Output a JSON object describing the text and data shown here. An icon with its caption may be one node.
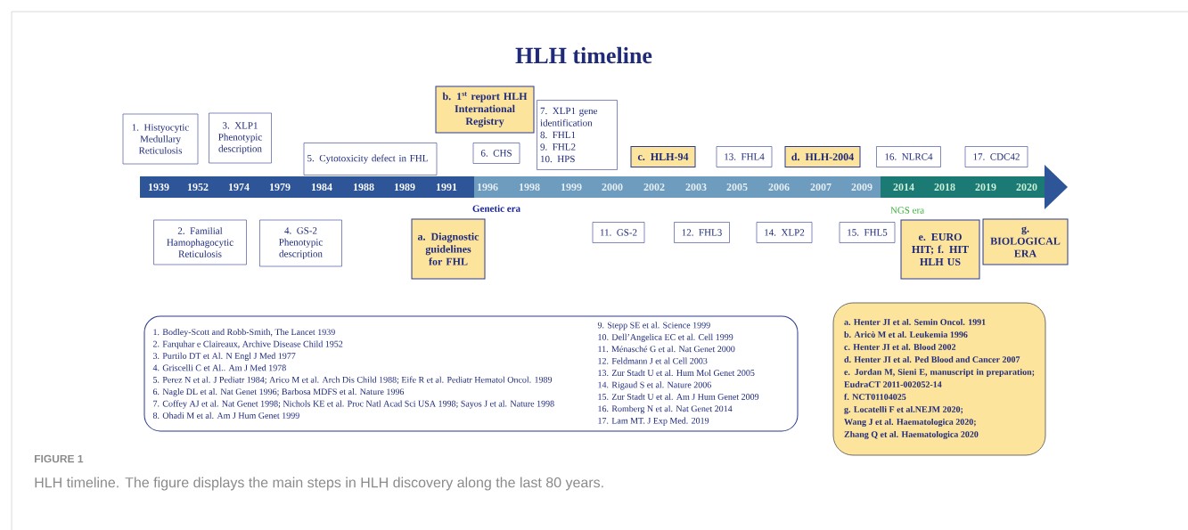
{
  "diagram": {
    "title": "HLH timeline",
    "caption": "HLH timeline. The figure displays the main steps in HLH discovery along the last 80 years.",
    "nodes": [
      {
        "text": [
          "1. Histyocytic Medullary Reticulosis"
        ]
      },
      {
        "text": [
          "3. XLP1 Phenotypic description"
        ]
      },
      {
        "text": [
          "5. Cytotoxicity defect in FHL"
        ]
      },
      {
        "text": [
          "b. 1$^{st}$ report HLH International Registry"
        ]
      },
      {
        "text": [
          "6. CHS"
        ]
      },
      {
        "text": [
          "7. XLP1 gene identification",
          "8. FHL1",
          "9. FHL2",
          "10. HPS"
        ]
      },
      {
        "text": [
          "c. HLH-94"
        ]
      },
      {
        "text": [
          "13. FHL4"
        ]
      },
      {
        "text": [
          "d. HLH-2004"
        ]
      },
      {
        "text": [
          "16. NLRC4"
        ]
      },
      {
        "text": [
          "17. CDC42"
        ]
      },
      {
        "text": [
          "2. Familial Hamophagocytic Reticulosis"
        ]
      },
      {
        "text": [
          "4. GS-2 Phenotypic description"
        ]
      },
      {
        "text": [
          "a. Diagnostic guidelines for FHL"
        ]
      },
      {
        "text": [
          "11. GS-2"
        ]
      },
      {
        "text": [
          "12. FHL3"
        ]
      },
      {
        "text": [
          "14. XLP2"
        ]
      },
      {
        "text": [
          "15. FHL5"
        ]
      },
      {
        "text": [
          "e. EURO HIT; f. HIT HLH US"
        ]
      },
      {
        "text": [
          "g. BIOLOGICAL ERA"
        ]
      },
      {
        "text": [
          "1. Bodley-Scott and Robb-Smith, The Lancet 1939",
          "2. Farquhar  e Claireaux, Archive Disease Child 1952",
          "3. Purtilo DT et Al. N Engl J Med 1977",
          "4. Griscelli C et Al.. Am J Med 1978",
          "5. Perez N et al. J Pediatr 1984; Arico M et al. Arch Dis Child 1988; Eife R et al. Pediatr Hematol Oncol. 1989",
          "6. Nagle DL et al. Nat Genet 1996; Barbosa MDFS et al. Nature 1996",
          "7. Coffey AJ et al. Nat Genet 1998; Nichols KE et al. Proc Natl Acad Sci USA 1998; Sayos J et al. Nature 1998",
          "8. Ohadi M et al. Am J Hum Genet 1999",
          "9. Stepp SE et al. Science 1999",
          "10.  Dell’Angelica EC et al. Cell 1999",
          "11. Ménasché G et al. Nat Genet 2000",
          "12. Feldmann J et al Cell 2003",
          "13. Zur Stadt U et al. Hum Mol Genet 2005",
          "14. Rigaud S et al. Nature 2006",
          "15. Zur Stadt U et al. Am J Hum Genet 2009",
          "16. Romberg N et al. Nat Genet 2014",
          "17. Lam MT. J Exp Med. 2019"
        ]
      },
      {
        "text": [
          "a. Henter JI et al. Semin Oncol. 1991",
          "b. Aricò M et al. Leukemia 1996",
          "c. Henter JI et al. Blood 2002",
          "d. Henter JI et al. Ped Blood and Cancer 2007",
          "e. Jordan M, Sieni E, manuscript in preparation; EudraCT 2011-002052-14",
          "f. NCT01104025",
          "g. Locatelli F et al.NEJM 2020;",
          "Wang J et al. Haematologica 2020;",
          "Zhang Q et al. Haematologica 2020"
        ]
      }
    ],
    "labels": [
      "1939",
      "1952",
      "1974",
      "1979",
      "1984",
      "1988",
      "1989",
      "1991",
      "1996",
      "1998",
      "1999",
      "2000",
      "2002",
      "2003",
      "2005",
      "2006",
      "2007",
      "2009",
      "2014",
      "2018",
      "2019",
      "2020",
      "Genetic era",
      "NGS era",
      "FIGURE 1"
    ]
  }
}
